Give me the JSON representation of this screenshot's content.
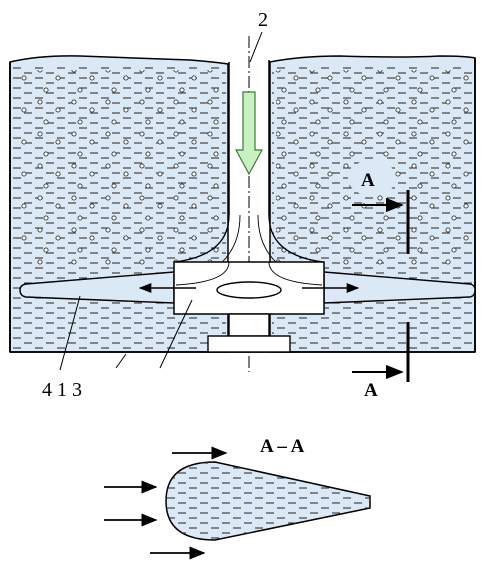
{
  "labels": {
    "pipe_number": "2",
    "bottom_numbers": "4 1 3",
    "section_upper": "A",
    "section_lower": "A",
    "section_title": "A – A"
  },
  "colors": {
    "water_fill": "#dbe9f6",
    "dash": "#333333",
    "arrow_green_fill": "#c9f0c0",
    "arrow_green_stroke": "#3a7a3a",
    "line": "#000000"
  }
}
